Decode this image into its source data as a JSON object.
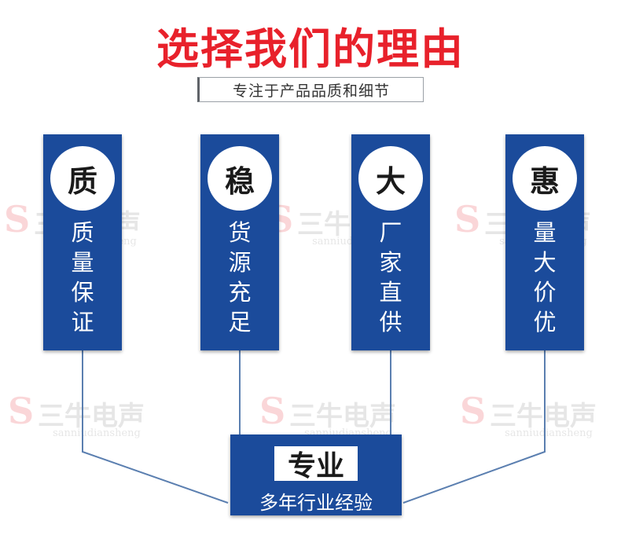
{
  "title": "选择我们的理由",
  "subtitle": "专注于产品品质和细节",
  "cards": [
    {
      "circle": "质",
      "text": "质量保证"
    },
    {
      "circle": "稳",
      "text": "货源充足"
    },
    {
      "circle": "大",
      "text": "厂家直供"
    },
    {
      "circle": "惠",
      "text": "量大价优"
    }
  ],
  "bottom": {
    "label": "专业",
    "sub": "多年行业经验"
  },
  "watermark": {
    "letter": "S",
    "name": "三牛电声",
    "pinyin": "sanniudiansheng"
  },
  "colors": {
    "title": "#e8212b",
    "card": "#1b4b9b",
    "line": "#5b7fb0"
  }
}
